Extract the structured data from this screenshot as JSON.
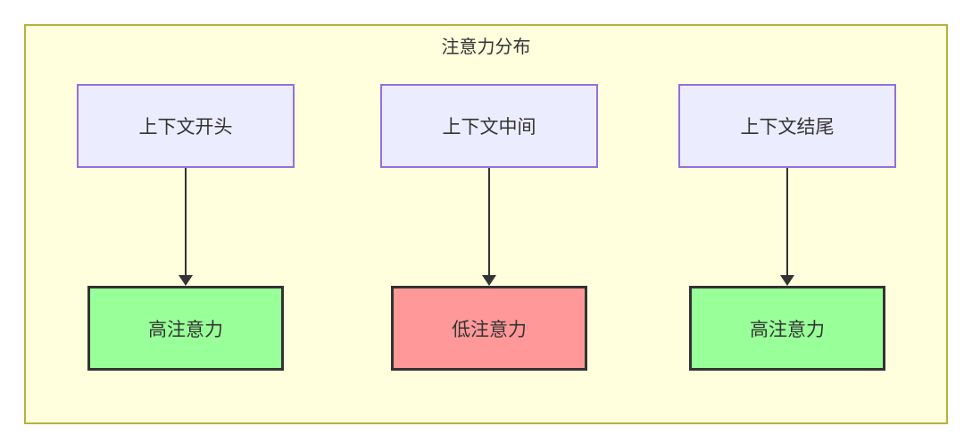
{
  "diagram": {
    "title": "注意力分布",
    "columns": [
      {
        "source": "上下文开头",
        "result": "高注意力",
        "result_type": "high"
      },
      {
        "source": "上下文中间",
        "result": "低注意力",
        "result_type": "low"
      },
      {
        "source": "上下文结尾",
        "result": "高注意力",
        "result_type": "high"
      }
    ],
    "colors": {
      "container_background": "#ffffde",
      "container_border": "#b3b33c",
      "source_background": "#ECECFF",
      "source_border": "#9370DB",
      "result_high_background": "#99ff99",
      "result_low_background": "#ff9999",
      "result_border": "#333333",
      "arrow": "#333333",
      "text": "#333333"
    }
  }
}
